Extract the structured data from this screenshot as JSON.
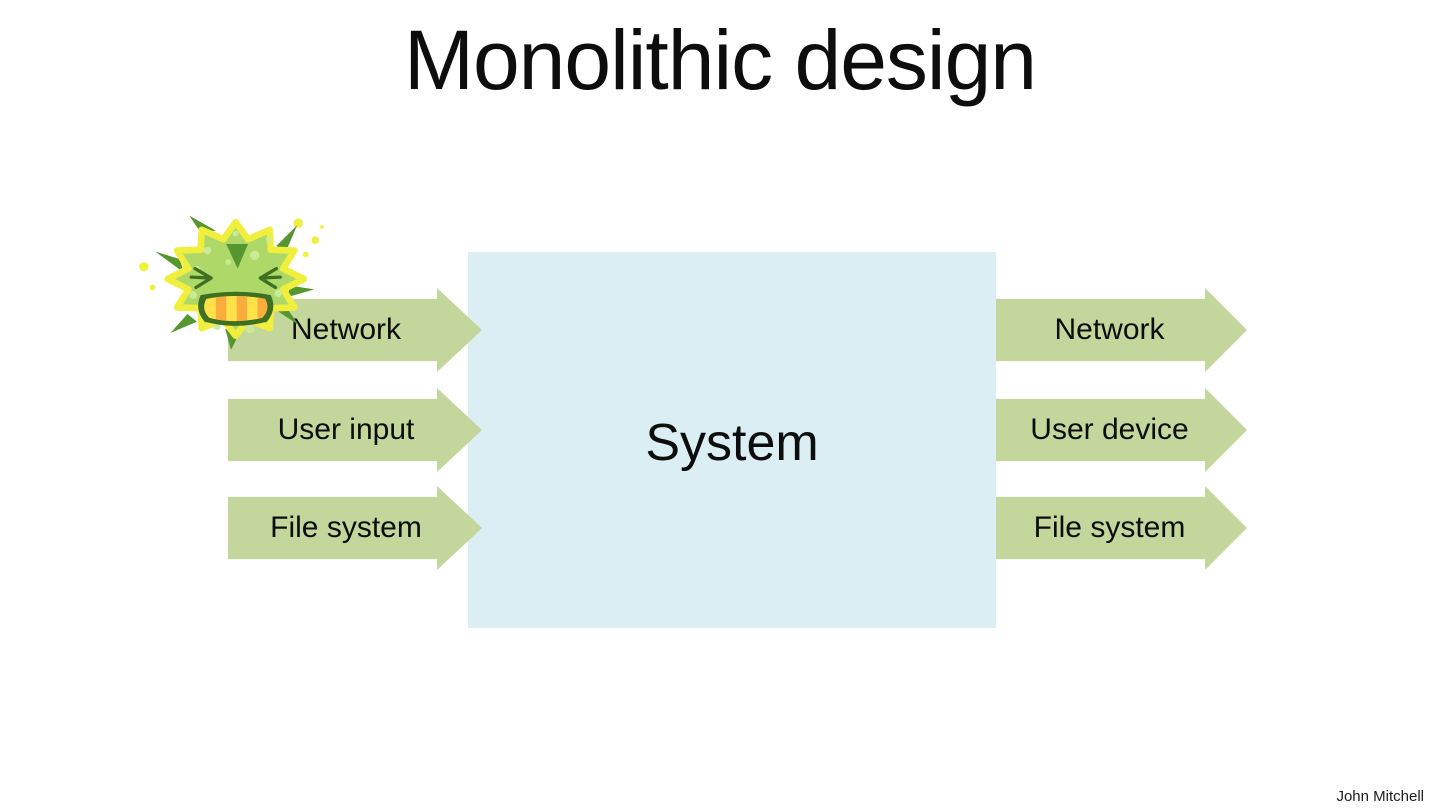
{
  "slide": {
    "title": "Monolithic design",
    "attribution": "John Mitchell"
  },
  "system_box": {
    "label": "System"
  },
  "arrows": {
    "inputs": [
      {
        "label": "Network"
      },
      {
        "label": "User input"
      },
      {
        "label": "File system"
      }
    ],
    "outputs": [
      {
        "label": "Network"
      },
      {
        "label": "User device"
      },
      {
        "label": "File system"
      }
    ]
  },
  "icons": {
    "virus": "virus-icon (angry green germ with yellow glow, attacking the Network input)"
  },
  "colors": {
    "arrow": "#c3d69b",
    "box": "#daeef3",
    "text": "#0d0d0d",
    "virus_body": "#aed868",
    "virus_outline": "#f1ef3e",
    "virus_dark": "#55962e",
    "virus_face": "#3f7021",
    "virus_teeth_yellow": "#ffe24a",
    "virus_teeth_orange": "#f9ad3d",
    "virus_spot": "#cdec9b"
  }
}
